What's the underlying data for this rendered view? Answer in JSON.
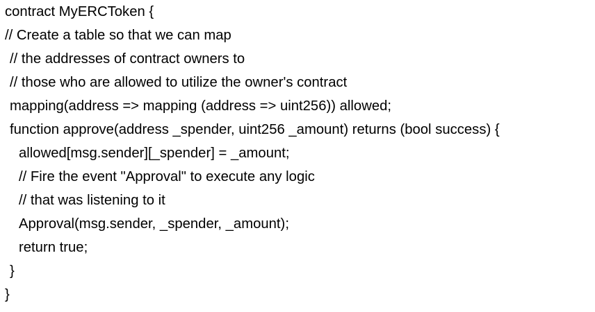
{
  "code": {
    "lines": [
      "contract MyERCToken {",
      "// Create a table so that we can map",
      "// the addresses of contract owners to",
      "// those who are allowed to utilize the owner's contract",
      "mapping(address => mapping (address => uint256)) allowed;",
      "function approve(address _spender, uint256 _amount) returns (bool success) {",
      "allowed[msg.sender][_spender] = _amount;",
      "// Fire the event \"Approval\" to execute any logic",
      "// that was listening to it",
      "Approval(msg.sender, _spender, _amount);",
      "return true;",
      "}",
      "}"
    ]
  }
}
